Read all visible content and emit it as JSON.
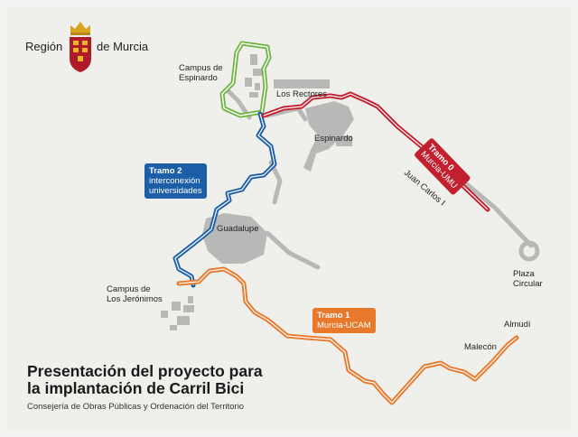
{
  "header": {
    "brand_left": "Región",
    "brand_right": "de Murcia",
    "crest_icon": "coat-of-arms-icon"
  },
  "places": {
    "campus_espinardo_1": "Campus de",
    "campus_espinardo_2": "Espinardo",
    "los_rectores": "Los Rectores",
    "espinardo": "Espinardo",
    "guadalupe": "Guadalupe",
    "campus_jeronimos_1": "Campus de",
    "campus_jeronimos_2": "Los Jerónimos",
    "juan_carlos": "Juan Carlos I",
    "plaza_1": "Plaza",
    "plaza_2": "Circular",
    "malecon": "Malecón",
    "almudi": "Almudí"
  },
  "routes": {
    "tramo0": {
      "title": "Tramo 0",
      "name": "Murcia-UMU",
      "color": "#c2202e"
    },
    "tramo1": {
      "title": "Tramo 1",
      "name": "Murcia-UCAM",
      "color": "#e8782a"
    },
    "tramo2": {
      "title": "Tramo 2",
      "line2": "interconexión",
      "line3": "universidades",
      "color": "#1c5ea8"
    },
    "campus_loop_color": "#6cb33f"
  },
  "footer": {
    "title_line1": "Presentación del proyecto para",
    "title_line2": "la implantación de Carril Bici",
    "subtitle": "Consejería de Obras Públicas y Ordenación del Territorio"
  }
}
